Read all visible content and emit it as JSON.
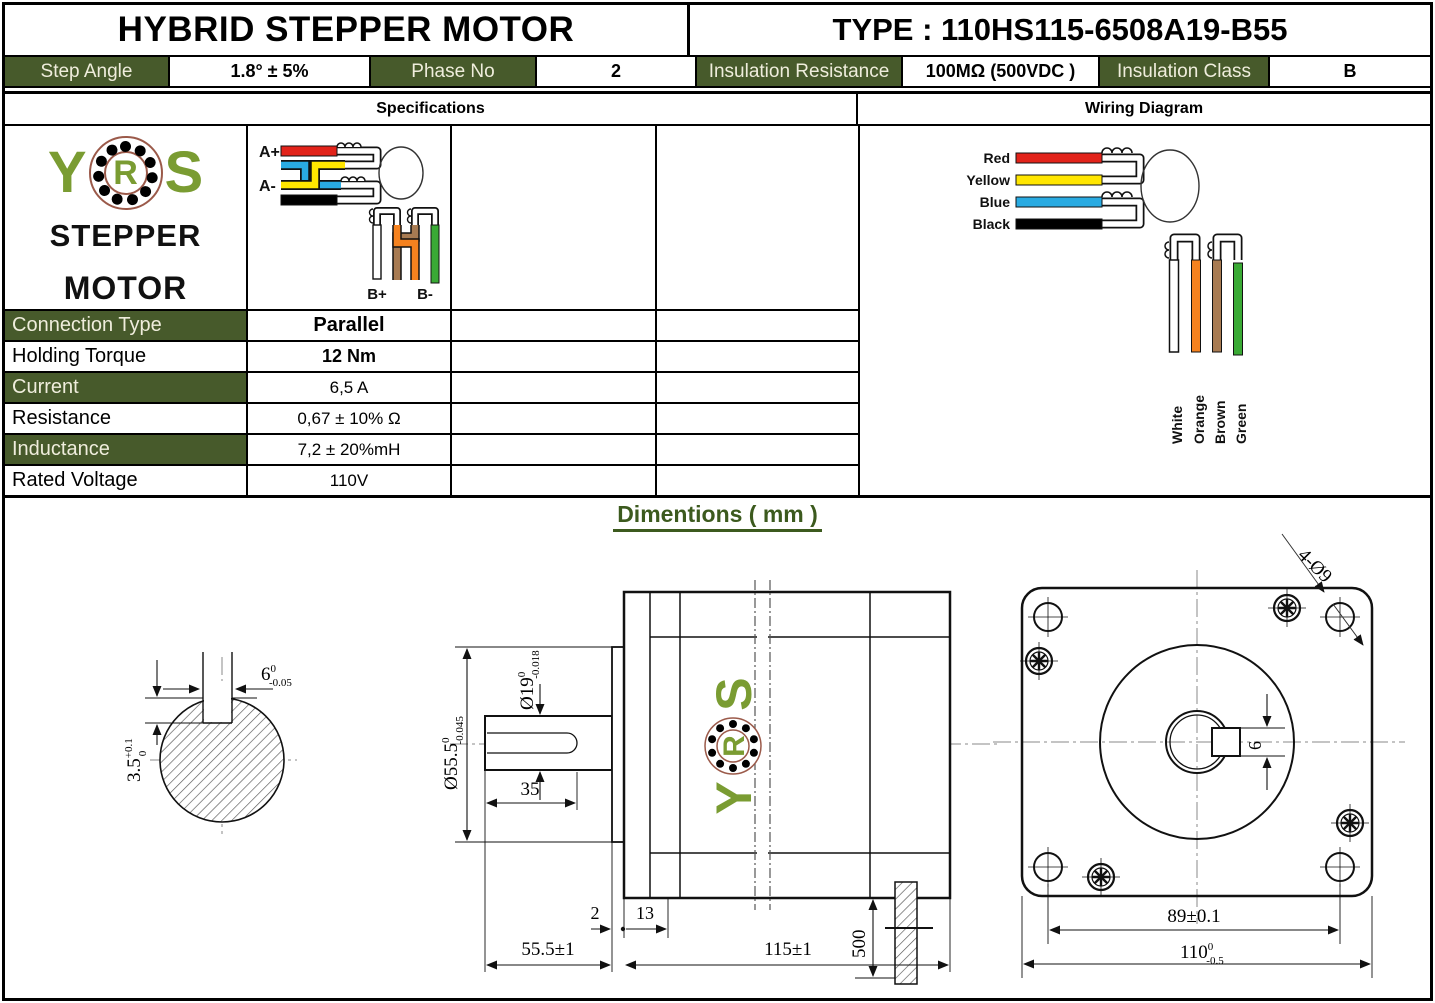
{
  "header": {
    "title": "HYBRID STEPPER MOTOR",
    "type": "TYPE : 110HS115-6508A19-B55"
  },
  "params": [
    {
      "label": "Step Angle",
      "value": "1.8° ± 5%"
    },
    {
      "label": "Phase No",
      "value": "2"
    },
    {
      "label": "Insulation Resistance",
      "value": "100MΩ  (500VDC )"
    },
    {
      "label": "Insulation Class",
      "value": "B"
    }
  ],
  "sections": {
    "left": "Specifications",
    "right": "Wiring Diagram"
  },
  "brand": {
    "y": "Y",
    "r": "R",
    "s": "S",
    "line1": "STEPPER",
    "line2": "MOTOR"
  },
  "mini_wiring": {
    "a_plus": "A+",
    "a_minus": "A-",
    "b_plus": "B+",
    "b_minus": "B-"
  },
  "specs": [
    {
      "label": "Connection Type",
      "value": "Parallel"
    },
    {
      "label": "Holding Torque",
      "value": "12 Nm"
    },
    {
      "label": "Current",
      "value": "6,5 A"
    },
    {
      "label": "Resistance",
      "value": "0,67 ± 10% Ω"
    },
    {
      "label": "Inductance",
      "value": "7,2 ± 20%mH"
    },
    {
      "label": "Rated Voltage",
      "value": "110V"
    }
  ],
  "wiring": {
    "wire_labels": [
      "Red",
      "Yellow",
      "Blue",
      "Black"
    ],
    "lead_labels": [
      "White",
      "Orange",
      "Brown",
      "Green"
    ]
  },
  "colors": {
    "header_green": "#475A2B",
    "title_green": "#3C5A1E",
    "logo_green": "#7A9C32",
    "wire_red": "#E2231A",
    "wire_yellow": "#FFE600",
    "wire_blue": "#29ABE2",
    "wire_black": "#000000",
    "wire_orange": "#F5821F",
    "wire_brown": "#A87B52",
    "wire_green": "#3AAA35"
  },
  "dimensions": {
    "title": "Dimentions ( mm )",
    "cross_section": {
      "key_width": {
        "v": "6",
        "sup": "0",
        "sub": "-0.05"
      },
      "key_height": {
        "v": "3.5",
        "sup": "+0.1",
        "sub": "0"
      }
    },
    "side_view": {
      "pilot_dia": {
        "v": "Ø55.5",
        "sup": "0",
        "sub": "-0.045"
      },
      "shaft_dia": {
        "v": "Ø19",
        "sup": "0",
        "sub": "-0.018"
      },
      "shaft_length": "35",
      "boss_thickness": "2",
      "flange_thickness": "13",
      "shaft_end_length": "55.5±1",
      "body_length": "115±1",
      "cable_length": "500"
    },
    "front_view": {
      "holes_note": "4-Ø9",
      "key_width": "6",
      "hole_spacing": "89±0.1",
      "frame_size": {
        "v": "110",
        "sup": "0",
        "sub": "-0.5"
      }
    }
  }
}
